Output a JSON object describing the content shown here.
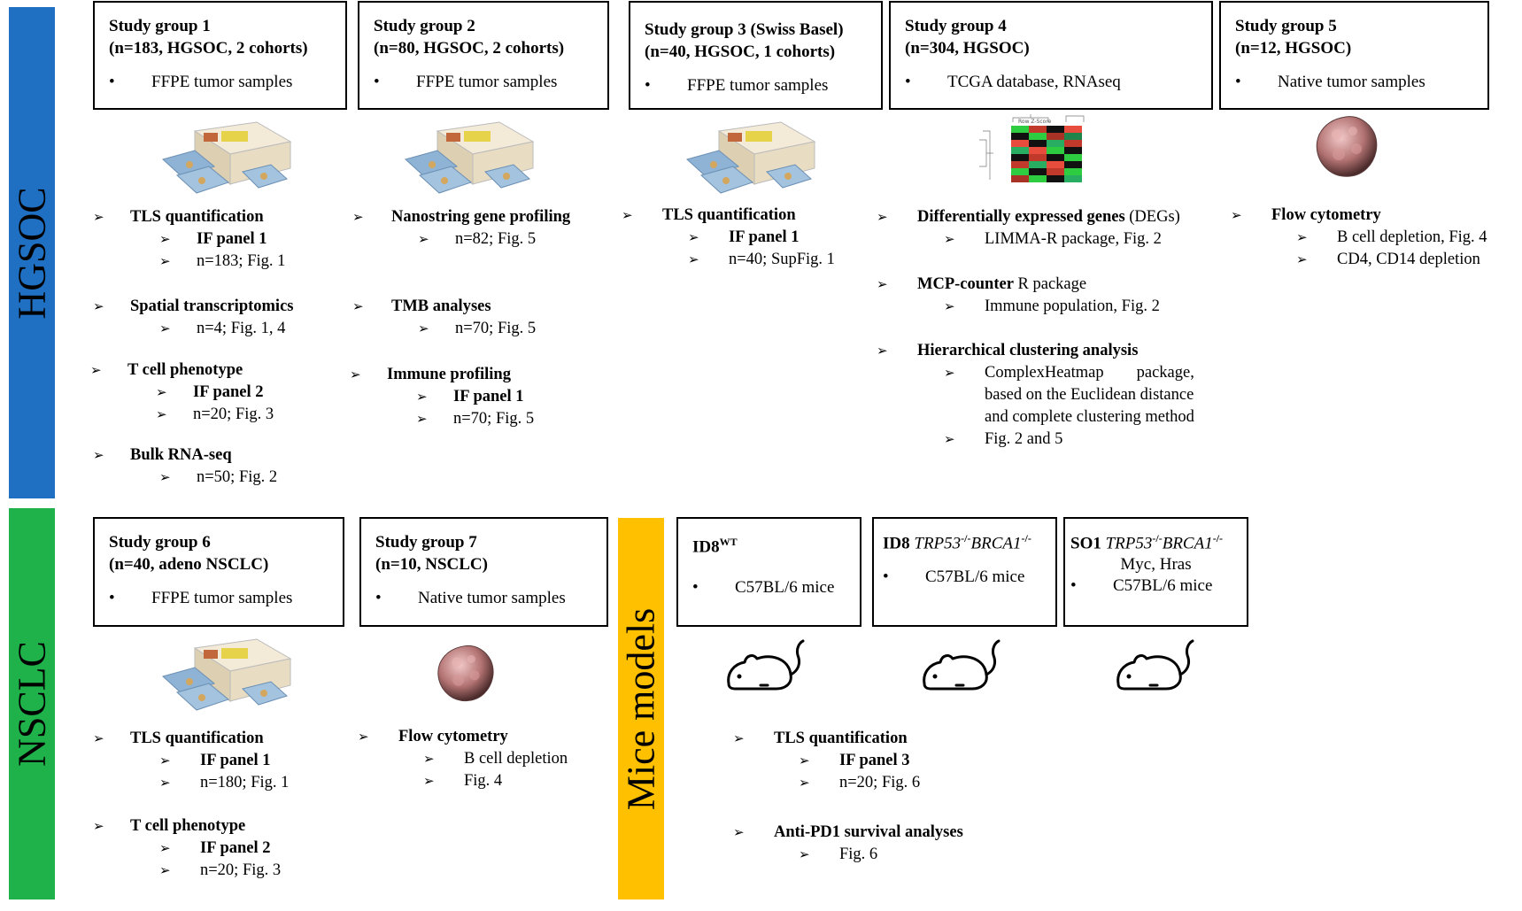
{
  "bands": {
    "hgsoc": {
      "label": "HGSOC",
      "color": "#1f6fc2"
    },
    "nsclc": {
      "label": "NSCLC",
      "color": "#1fb24a"
    },
    "mice": {
      "label": "Mice models",
      "color": "#ffc000"
    }
  },
  "boxes": {
    "g1": {
      "title1": "Study group 1",
      "title2": "(n=183, HGSOC, 2 cohorts)",
      "bullet": "FFPE tumor samples"
    },
    "g2": {
      "title1": "Study group 2",
      "title2": "(n=80, HGSOC, 2 cohorts)",
      "bullet": "FFPE tumor samples"
    },
    "g3": {
      "title1": "Study group 3 (Swiss Basel)",
      "title2": "(n=40, HGSOC, 1 cohorts)",
      "bullet": "FFPE tumor samples"
    },
    "g4": {
      "title1": "Study group 4",
      "title2": "(n=304, HGSOC)",
      "bullet": "TCGA database, RNAseq"
    },
    "g5": {
      "title1": "Study group 5",
      "title2": "(n=12, HGSOC)",
      "bullet": "Native tumor samples"
    },
    "g6": {
      "title1": "Study group 6",
      "title2": "(n=40, adeno NSCLC)",
      "bullet": "FFPE tumor samples"
    },
    "g7": {
      "title1": "Study group 7",
      "title2": "(n=10, NSCLC)",
      "bullet": "Native tumor samples"
    },
    "m1": {
      "name": "ID8",
      "sup": "WT",
      "bullet": "C57BL/6 mice"
    },
    "m2": {
      "name": "ID8",
      "gene1": "TRP53",
      "sup1": "-/-",
      "gene2": "BRCA1",
      "sup2": "-/-",
      "bullet": "C57BL/6 mice"
    },
    "m3": {
      "name": "SO1",
      "gene1": "TRP53",
      "sup1": "-/-",
      "gene2": "BRCA1",
      "sup2": "-/-",
      "extra": "Myc, Hras",
      "bullet": "C57BL/6 mice"
    }
  },
  "bullet_symbol": "•",
  "arrow_symbol": "➢",
  "heatmap_label": "Row Z-Score",
  "g1_items": [
    "TLS quantification",
    "IF panel 1",
    "n=183; Fig. 1",
    "Spatial transcriptomics",
    "n=4; Fig. 1, 4",
    "T cell phenotype",
    "IF panel 2",
    "n=20; Fig. 3",
    "Bulk RNA-seq",
    "n=50; Fig. 2"
  ],
  "g2_items": [
    "Nanostring gene profiling",
    "n=82; Fig. 5",
    "TMB analyses",
    "n=70; Fig. 5",
    "Immune profiling",
    "IF panel 1",
    "n=70; Fig. 5"
  ],
  "g3_items": [
    "TLS quantification",
    "IF panel 1",
    "n=40; SupFig. 1"
  ],
  "g4_items": [
    "Differentially expressed genes",
    "(DEGs)",
    "LIMMA-R package, Fig. 2",
    "MCP-counter",
    "R package",
    "Immune population, Fig. 2",
    "Hierarchical clustering analysis",
    "ComplexHeatmap        package,",
    "based on the Euclidean distance",
    "and complete clustering method",
    "Fig. 2 and 5"
  ],
  "g5_items": [
    "Flow cytometry",
    "B cell depletion, Fig. 4",
    "CD4, CD14 depletion"
  ],
  "g6_items": [
    "TLS quantification",
    "IF panel 1",
    "n=180; Fig. 1",
    "T cell phenotype",
    "IF panel 2",
    "n=20; Fig. 3"
  ],
  "g7_items": [
    "Flow cytometry",
    "B cell depletion",
    "Fig. 4"
  ],
  "mice_items": [
    "TLS quantification",
    "IF panel 3",
    "n=20; Fig. 6",
    "Anti-PD1 survival analyses",
    "Fig. 6"
  ]
}
